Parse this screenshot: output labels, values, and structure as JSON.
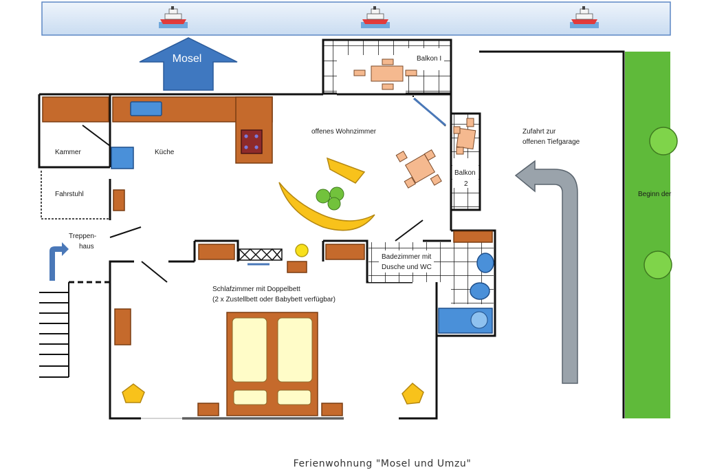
{
  "labels": {
    "mosel": "Mosel",
    "balkon1": "Balkon I",
    "balkon2_line1": "Balkon",
    "balkon2_line2": "2",
    "wohnzimmer": "offenes Wohnzimmer",
    "kueche": "Küche",
    "kammer": "Kammer",
    "fahrstuhl": "Fahrstuhl",
    "treppenhaus_line1": "Treppen-",
    "treppenhaus_line2": "haus",
    "zufahrt_line1": "Zufahrt zur",
    "zufahrt_line2": "offenen Tiefgarage",
    "beginn": "Beginn der",
    "bad_line1": "Badezimmer mit",
    "bad_line2": "Dusche und WC",
    "schlafzimmer_line1": "Schlafzimmer mit Doppelbett",
    "schlafzimmer_line2": "(2 x Zustellbett oder Babybett verfügbar)"
  },
  "caption": "Ferienwohnung \"Mosel und Umzu\"",
  "colors": {
    "river": "#dce9f7",
    "river_border": "#5b86c4",
    "mosel_arrow": "#3f78c0",
    "furniture": "#c56a2c",
    "sofa": "#f8c21b",
    "plants": "#72c23c",
    "bed": "#fffcc8",
    "grass": "#5fba3a",
    "drive_arrow": "#9aa3ab",
    "sink": "#4a90d9"
  },
  "icons": [
    "ship-icon",
    "ship-icon",
    "ship-icon"
  ]
}
